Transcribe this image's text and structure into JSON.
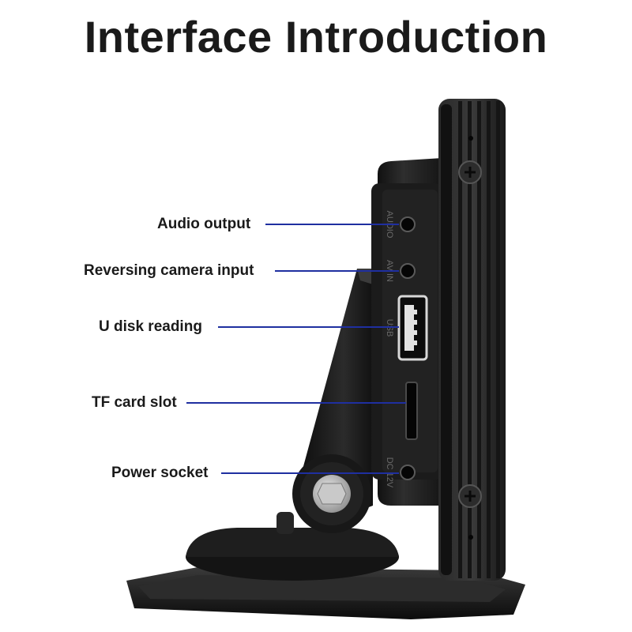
{
  "title": "Interface Introduction",
  "colors": {
    "leader_line": "#1f2fa0",
    "title": "#1a1a1a",
    "device_body": "#1c1c1c",
    "device_highlight": "#4a4a4a"
  },
  "callouts": [
    {
      "label": "Audio output",
      "port_text": "AUDIO"
    },
    {
      "label": "Reversing camera input",
      "port_text": "AV IN"
    },
    {
      "label": "U disk reading",
      "port_text": "USB"
    },
    {
      "label": "TF card slot",
      "port_text": ""
    },
    {
      "label": "Power socket",
      "port_text": "DC 12V"
    }
  ]
}
